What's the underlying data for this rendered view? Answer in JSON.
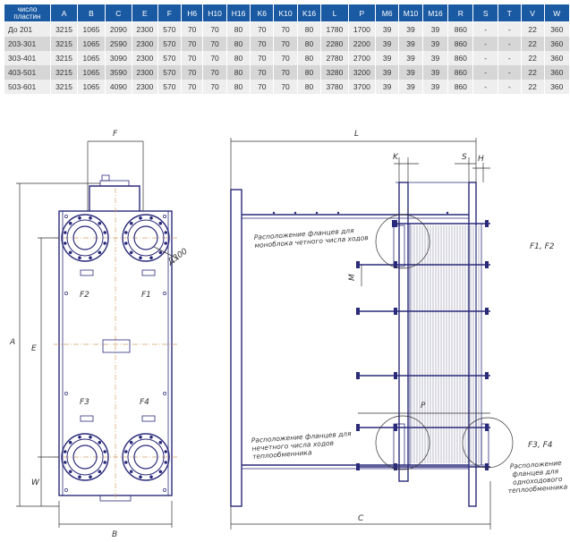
{
  "table": {
    "header_first": [
      "число",
      "пластин"
    ],
    "headers": [
      "A",
      "B",
      "C",
      "E",
      "F",
      "H6",
      "H10",
      "H16",
      "K6",
      "K10",
      "K16",
      "L",
      "P",
      "M6",
      "M10",
      "M16",
      "R",
      "S",
      "T",
      "V",
      "W"
    ],
    "rows": [
      [
        "До 201",
        "3215",
        "1065",
        "2090",
        "2300",
        "570",
        "70",
        "70",
        "80",
        "70",
        "70",
        "80",
        "1780",
        "1700",
        "39",
        "39",
        "39",
        "860",
        "-",
        "-",
        "22",
        "360"
      ],
      [
        "203-301",
        "3215",
        "1065",
        "2590",
        "2300",
        "570",
        "70",
        "70",
        "80",
        "70",
        "70",
        "80",
        "2280",
        "2200",
        "39",
        "39",
        "39",
        "860",
        "-",
        "-",
        "22",
        "360"
      ],
      [
        "303-401",
        "3215",
        "1065",
        "3090",
        "2300",
        "570",
        "70",
        "70",
        "80",
        "70",
        "70",
        "80",
        "2780",
        "2700",
        "39",
        "39",
        "39",
        "860",
        "-",
        "-",
        "22",
        "360"
      ],
      [
        "403-501",
        "3215",
        "1065",
        "3590",
        "2300",
        "570",
        "70",
        "70",
        "80",
        "70",
        "70",
        "80",
        "3280",
        "3200",
        "39",
        "39",
        "39",
        "860",
        "-",
        "-",
        "22",
        "360"
      ],
      [
        "503-601",
        "3215",
        "1065",
        "4090",
        "2300",
        "570",
        "70",
        "70",
        "80",
        "70",
        "70",
        "80",
        "3780",
        "3700",
        "39",
        "39",
        "39",
        "860",
        "-",
        "-",
        "22",
        "360"
      ]
    ]
  },
  "front_view": {
    "dim_F": "F",
    "dim_A": "A",
    "dim_E": "E",
    "dim_W": "W",
    "dim_B": "B",
    "diameter": "Д300",
    "port_F1": "F1",
    "port_F2": "F2",
    "port_F3": "F3",
    "port_F4": "F4"
  },
  "side_view": {
    "dim_L": "L",
    "dim_K": "K",
    "dim_S": "S",
    "dim_H": "H",
    "dim_M": "M",
    "dim_P": "P",
    "dim_C": "C",
    "label_F1F2": "F1, F2",
    "label_F3F4": "F3, F4",
    "note_even_lines": [
      "Расположение фланцев для",
      "моноблока четного числа ходов"
    ],
    "note_odd_lines": [
      "Расположение фланцев для",
      "нечетного числа ходов",
      "теплообменника"
    ],
    "note_single_lines": [
      "Расположение",
      "фланцев для",
      "одноходового",
      "теплообменника"
    ]
  },
  "colors": {
    "header_bg": "#1a5aa3",
    "frame": "#2a2a7a",
    "centerline": "#d4a06a"
  }
}
